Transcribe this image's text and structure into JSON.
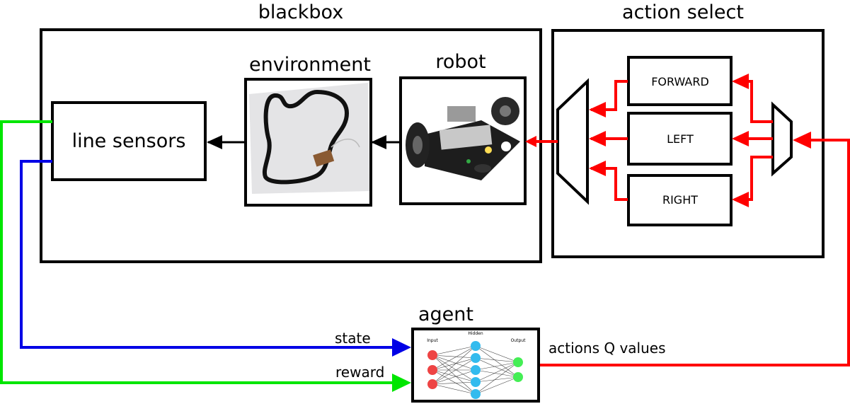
{
  "labels": {
    "blackbox": "blackbox",
    "action_select": "action select",
    "environment": "environment",
    "robot": "robot",
    "line_sensors": "line sensors",
    "agent": "agent",
    "state": "state",
    "reward": "reward",
    "actions_q": "actions Q values"
  },
  "actions": [
    "FORWARD",
    "LEFT",
    "RIGHT"
  ],
  "nn": {
    "input": "Input",
    "hidden": "Hidden",
    "output": "Output"
  },
  "colors": {
    "state_line": "#0000e6",
    "reward_line": "#00e600",
    "action_line": "#ff0000",
    "input_node": "#ee4444",
    "hidden_node": "#33bbee",
    "output_node": "#44ee55"
  }
}
